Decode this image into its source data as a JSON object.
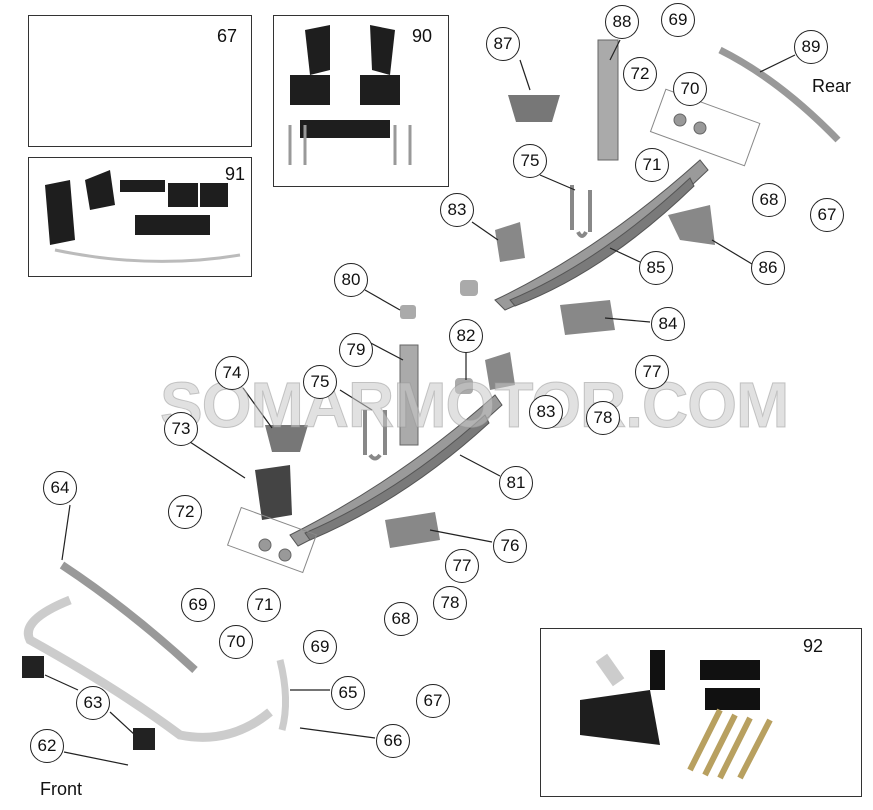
{
  "diagram": {
    "kits": [
      {
        "label": "67"
      },
      {
        "label": "90"
      },
      {
        "label": "91"
      },
      {
        "label": "92"
      }
    ],
    "callouts": [
      "87",
      "88",
      "69",
      "89",
      "72",
      "70",
      "75",
      "71",
      "68",
      "67",
      "83",
      "85",
      "86",
      "80",
      "82",
      "84",
      "79",
      "74",
      "75",
      "77",
      "83",
      "78",
      "73",
      "81",
      "64",
      "72",
      "76",
      "77",
      "69",
      "71",
      "78",
      "68",
      "70",
      "69",
      "65",
      "67",
      "63",
      "66",
      "62"
    ],
    "labels": {
      "rear": "Rear",
      "front": "Front"
    },
    "watermark": "SOMARMOTOR.COM",
    "colors": {
      "part": "#8a8a8a",
      "part_dark": "#2a2a2a",
      "outline": "#222222"
    }
  }
}
